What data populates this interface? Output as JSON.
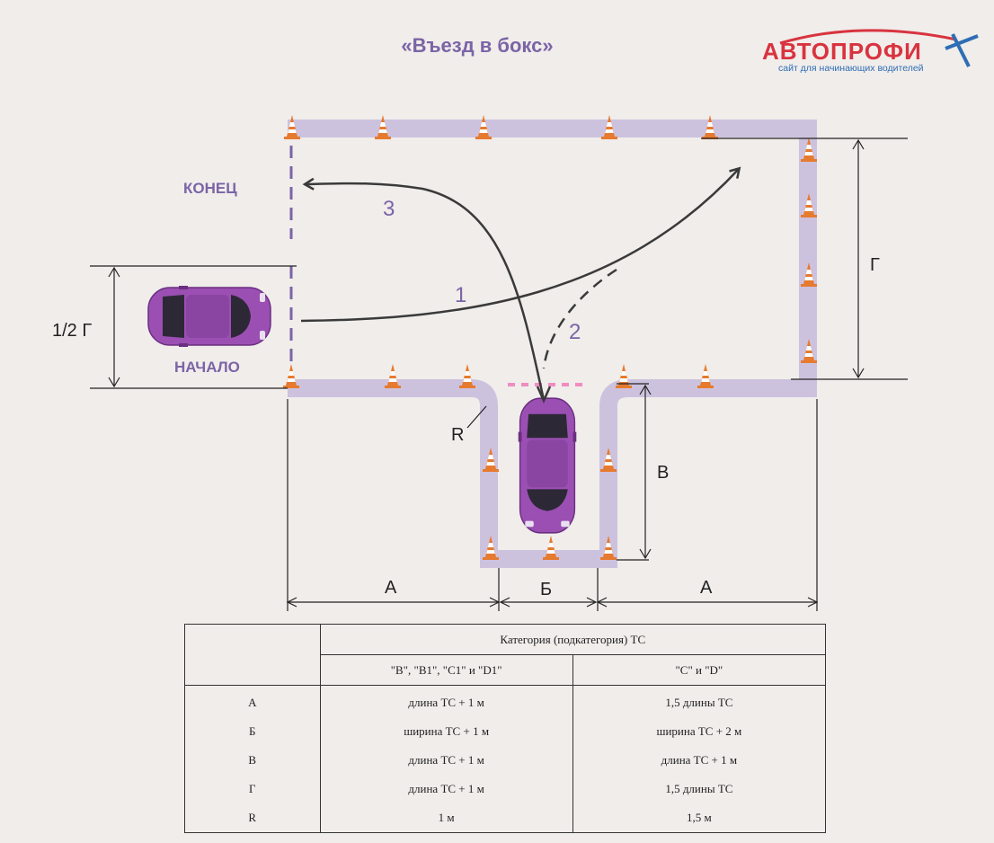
{
  "title": "«Въезд в бокс»",
  "logo": {
    "name": "АВТОПРОФИ",
    "tagline": "сайт для начинающих водителей"
  },
  "labels": {
    "end": "КОНЕЦ",
    "start": "НАЧАЛО",
    "half_g": "1/2 Г",
    "g": "Г",
    "v": "В",
    "r": "R",
    "a_left": "А",
    "b": "Б",
    "a_right": "А"
  },
  "paths": {
    "p1": "1",
    "p2": "2",
    "p3": "3"
  },
  "colors": {
    "track": "#cdc2de",
    "label": "#7b64a6",
    "car": "#9b4fb3",
    "cone": "#e67a2e",
    "entry_mark": "#f08cc0"
  },
  "table": {
    "category_header": "Категория (подкатегория) ТС",
    "col1_header": "\"B\", \"B1\", \"C1\" и \"D1\"",
    "col2_header": "\"C\" и \"D\"",
    "rows": [
      {
        "param": "А",
        "v1": "длина ТС + 1 м",
        "v2": "1,5 длины ТС"
      },
      {
        "param": "Б",
        "v1": "ширина ТС + 1 м",
        "v2": "ширина ТС + 2 м"
      },
      {
        "param": "В",
        "v1": "длина ТС + 1 м",
        "v2": "длина ТС + 1 м"
      },
      {
        "param": "Г",
        "v1": "длина ТС + 1 м",
        "v2": "1,5 длины ТС"
      },
      {
        "param": "R",
        "v1": "1 м",
        "v2": "1,5 м"
      }
    ]
  }
}
